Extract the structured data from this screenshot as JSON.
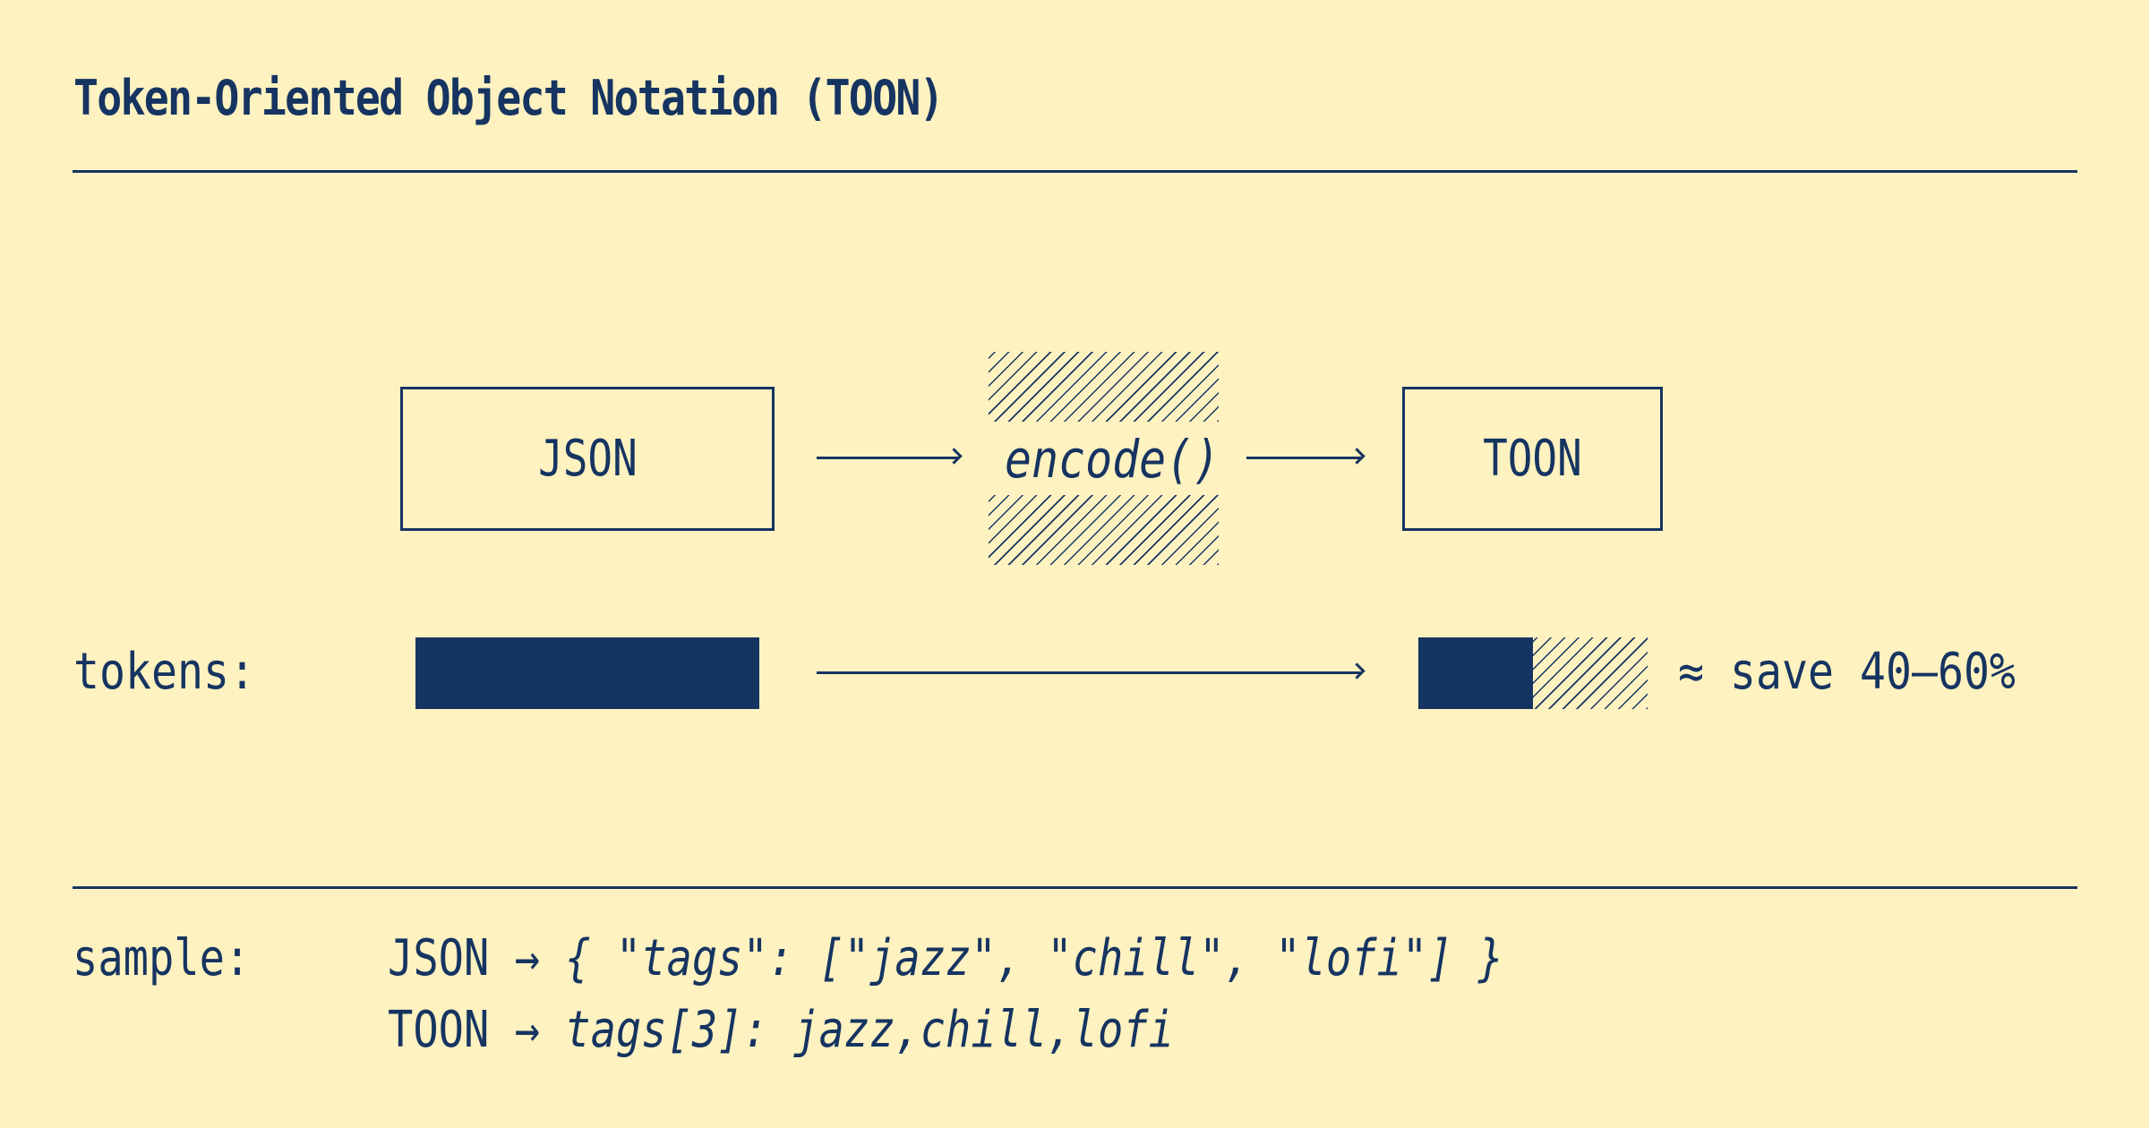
{
  "header": {
    "title": "Token-Oriented Object Notation (TOON)"
  },
  "flow": {
    "source_label": "JSON",
    "process_label": "encode()",
    "target_label": "TOON"
  },
  "tokens": {
    "label": "tokens:",
    "savings_label": "≈ save 40–60%",
    "json_bar_relative": 1.0,
    "toon_bar_solid_relative": 0.33,
    "toon_bar_hatched_relative": 0.33
  },
  "sample": {
    "label": "sample:",
    "json_prefix": "JSON →",
    "json_code": "{ \"tags\": [\"jazz\", \"chill\", \"lofi\"] }",
    "toon_prefix": "TOON →",
    "toon_code": "tags[3]: jazz,chill,lofi"
  },
  "colors": {
    "background": "#fef2c0",
    "ink": "#163461"
  }
}
